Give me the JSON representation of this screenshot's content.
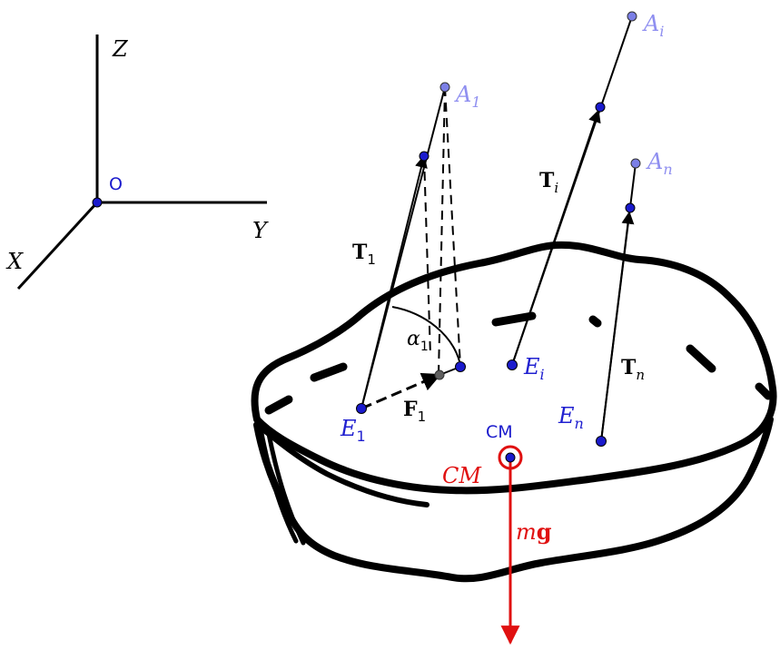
{
  "colors": {
    "outline": "#000000",
    "point": "#1a1acc",
    "anchor_fill": "#7b7fe6",
    "anchor_text": "#8f8ff0",
    "point_text": "#2020d0",
    "gray_point": "#606060",
    "gravity": "#e01010",
    "background": "#ffffff"
  },
  "axes": {
    "z_label": "Z",
    "y_label": "Y",
    "x_label": "X",
    "origin_label": "O"
  },
  "anchors": [
    {
      "base": "A",
      "sub": "1"
    },
    {
      "base": "A",
      "sub": "i"
    },
    {
      "base": "A",
      "sub": "n"
    }
  ],
  "attachments": [
    {
      "base": "E",
      "sub": "1"
    },
    {
      "base": "E",
      "sub": "i"
    },
    {
      "base": "E",
      "sub": "n"
    }
  ],
  "tensions": [
    {
      "base": "T",
      "sub": "1"
    },
    {
      "base": "T",
      "sub": "i"
    },
    {
      "base": "T",
      "sub": "n"
    }
  ],
  "force": {
    "base": "F",
    "sub": "1"
  },
  "angle": {
    "base": "α",
    "sub": "1"
  },
  "center_of_mass": {
    "point_label": "CM",
    "marker_label": "CM"
  },
  "gravity": {
    "m": "m",
    "g": "g"
  }
}
